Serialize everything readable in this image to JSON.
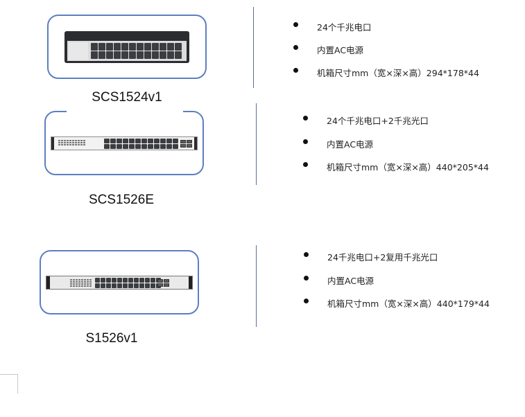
{
  "products": [
    {
      "model": "SCS1524v1",
      "image_icon": "network-switch-24-port-icon",
      "features": [
        "24个千兆电口",
        "内置AC电源",
        "机箱尺寸mm（宽×深×高）294*178*44"
      ]
    },
    {
      "model": "SCS1526E",
      "image_icon": "network-switch-24-port-2-sfp-icon",
      "features": [
        "24个千兆电口+2千兆光口",
        "内置AC电源",
        "机箱尺寸mm（宽×深×高）440*205*44"
      ]
    },
    {
      "model": "S1526v1",
      "image_icon": "network-switch-24-port-2-combo-sfp-icon",
      "features": [
        "24千兆电口+2复用千兆光口",
        "内置AC电源",
        "机箱尺寸mm（宽×深×高）440*179*44"
      ]
    }
  ],
  "colors": {
    "frame_border": "#5b7fc0",
    "divider": "#5a6f94",
    "bullet": "#111111"
  }
}
